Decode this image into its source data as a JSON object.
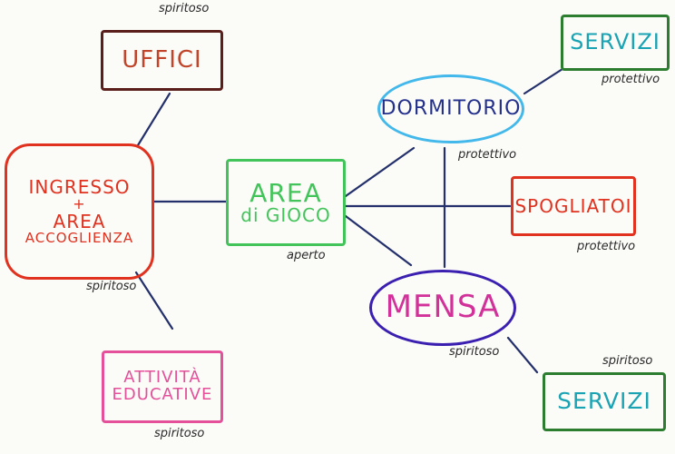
{
  "colors": {
    "uffici": "#5a1f1a",
    "uffici_text": "#c0452a",
    "ingresso": "#e0321f",
    "area_gioco": "#43c45a",
    "dormitorio": "#43b8ea",
    "dormitorio_text": "#24318c",
    "spogliatoi": "#e0321f",
    "servizi": "#2c7d30",
    "servizi_text": "#1aa3b3",
    "mensa": "#3b1fb0",
    "mensa_text": "#d2319a",
    "attivita": "#e4509a",
    "attivita_text": "#e4509a",
    "lines": "#23306b"
  },
  "nodes": {
    "uffici": {
      "label": "UFFICI",
      "tag": "spiritoso"
    },
    "ingresso": {
      "line1": "INGRESSO",
      "line2": "+",
      "line3": "AREA",
      "line4": "ACCOGLIENZA",
      "tag": "spiritoso"
    },
    "area_gioco": {
      "line1": "AREA",
      "line2": "di GIOCO",
      "tag": "aperto"
    },
    "dormitorio": {
      "label": "DORMITORIO",
      "tag": "protettivo"
    },
    "servizi_top": {
      "label": "SERVIZI",
      "tag": "protettivo"
    },
    "spogliatoi": {
      "label": "SPOGLIATOI",
      "tag": "protettivo"
    },
    "mensa": {
      "label": "MENSA",
      "tag": "spiritoso"
    },
    "servizi_bottom": {
      "label": "SERVIZI",
      "tag": "spiritoso"
    },
    "attivita": {
      "line1": "ATTIVITÀ",
      "line2": "EDUCATIVE",
      "tag": "spiritoso"
    }
  }
}
